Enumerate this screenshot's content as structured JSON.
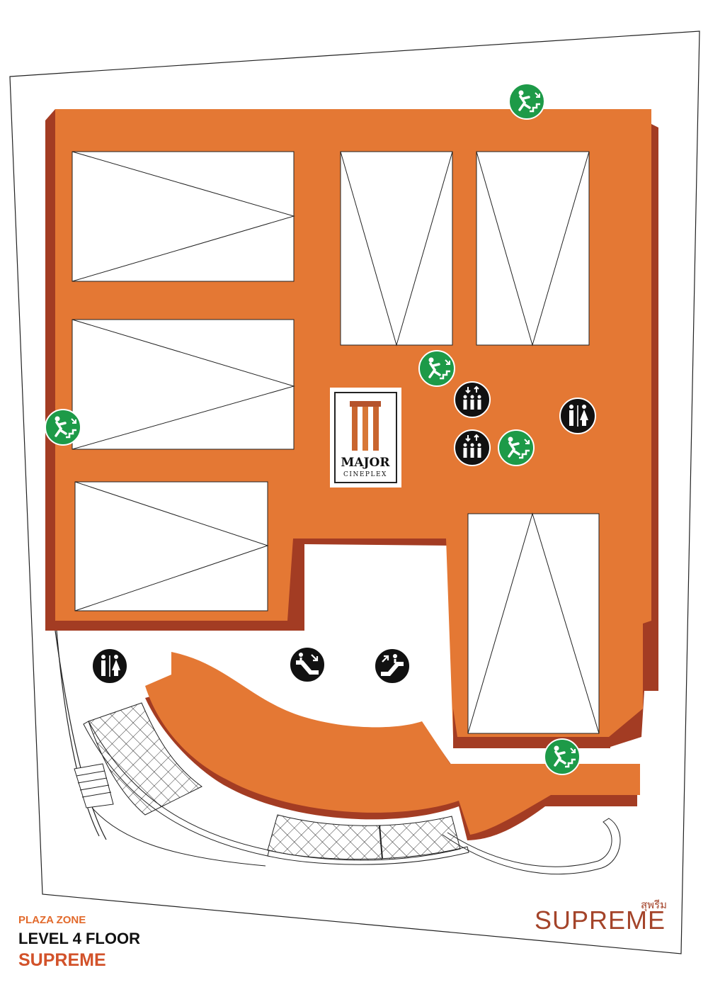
{
  "colors": {
    "floor": "#E47834",
    "wall": "#A33C23",
    "exit_sign": "#1D9A48",
    "facility_sign": "#111111",
    "accent_text": "#E26A2C",
    "brand_text": "#A4442A"
  },
  "legend": {
    "zone": "PLAZA ZONE",
    "level": "LEVEL 4 FLOOR",
    "floor_name": "SUPREME"
  },
  "brand": {
    "thai_name": "สุพรีม",
    "name": "SUPREME"
  },
  "anchor_store": {
    "name_line1": "MAJOR",
    "name_line2": "CINEPLEX",
    "logo_icon": "major-cineplex-logo"
  },
  "icons": {
    "fire_exit": "emergency-exit-stairs-icon",
    "elevator": "elevator-icon",
    "restroom": "restroom-icon",
    "escalator_down": "escalator-down-icon",
    "escalator_up": "escalator-up-icon"
  }
}
